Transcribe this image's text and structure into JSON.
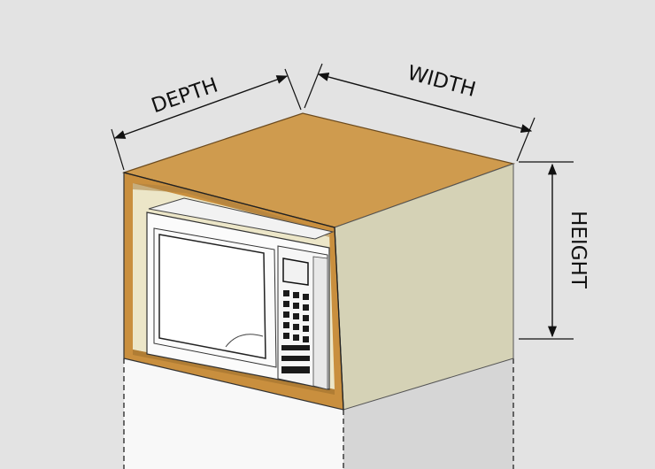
{
  "dimensions": {
    "depth": "DEPTH",
    "width": "WIDTH",
    "height": "HEIGHT"
  },
  "colors": {
    "background": "#e3e3e3",
    "cabinet_top": "#cf9b4e",
    "cabinet_side": "#d5d2b6",
    "cabinet_edge": "#c48a3a",
    "base_cabinet": "#f7f7f7",
    "base_side": "#d9d9d9",
    "microwave_body": "#fbfbfb"
  }
}
